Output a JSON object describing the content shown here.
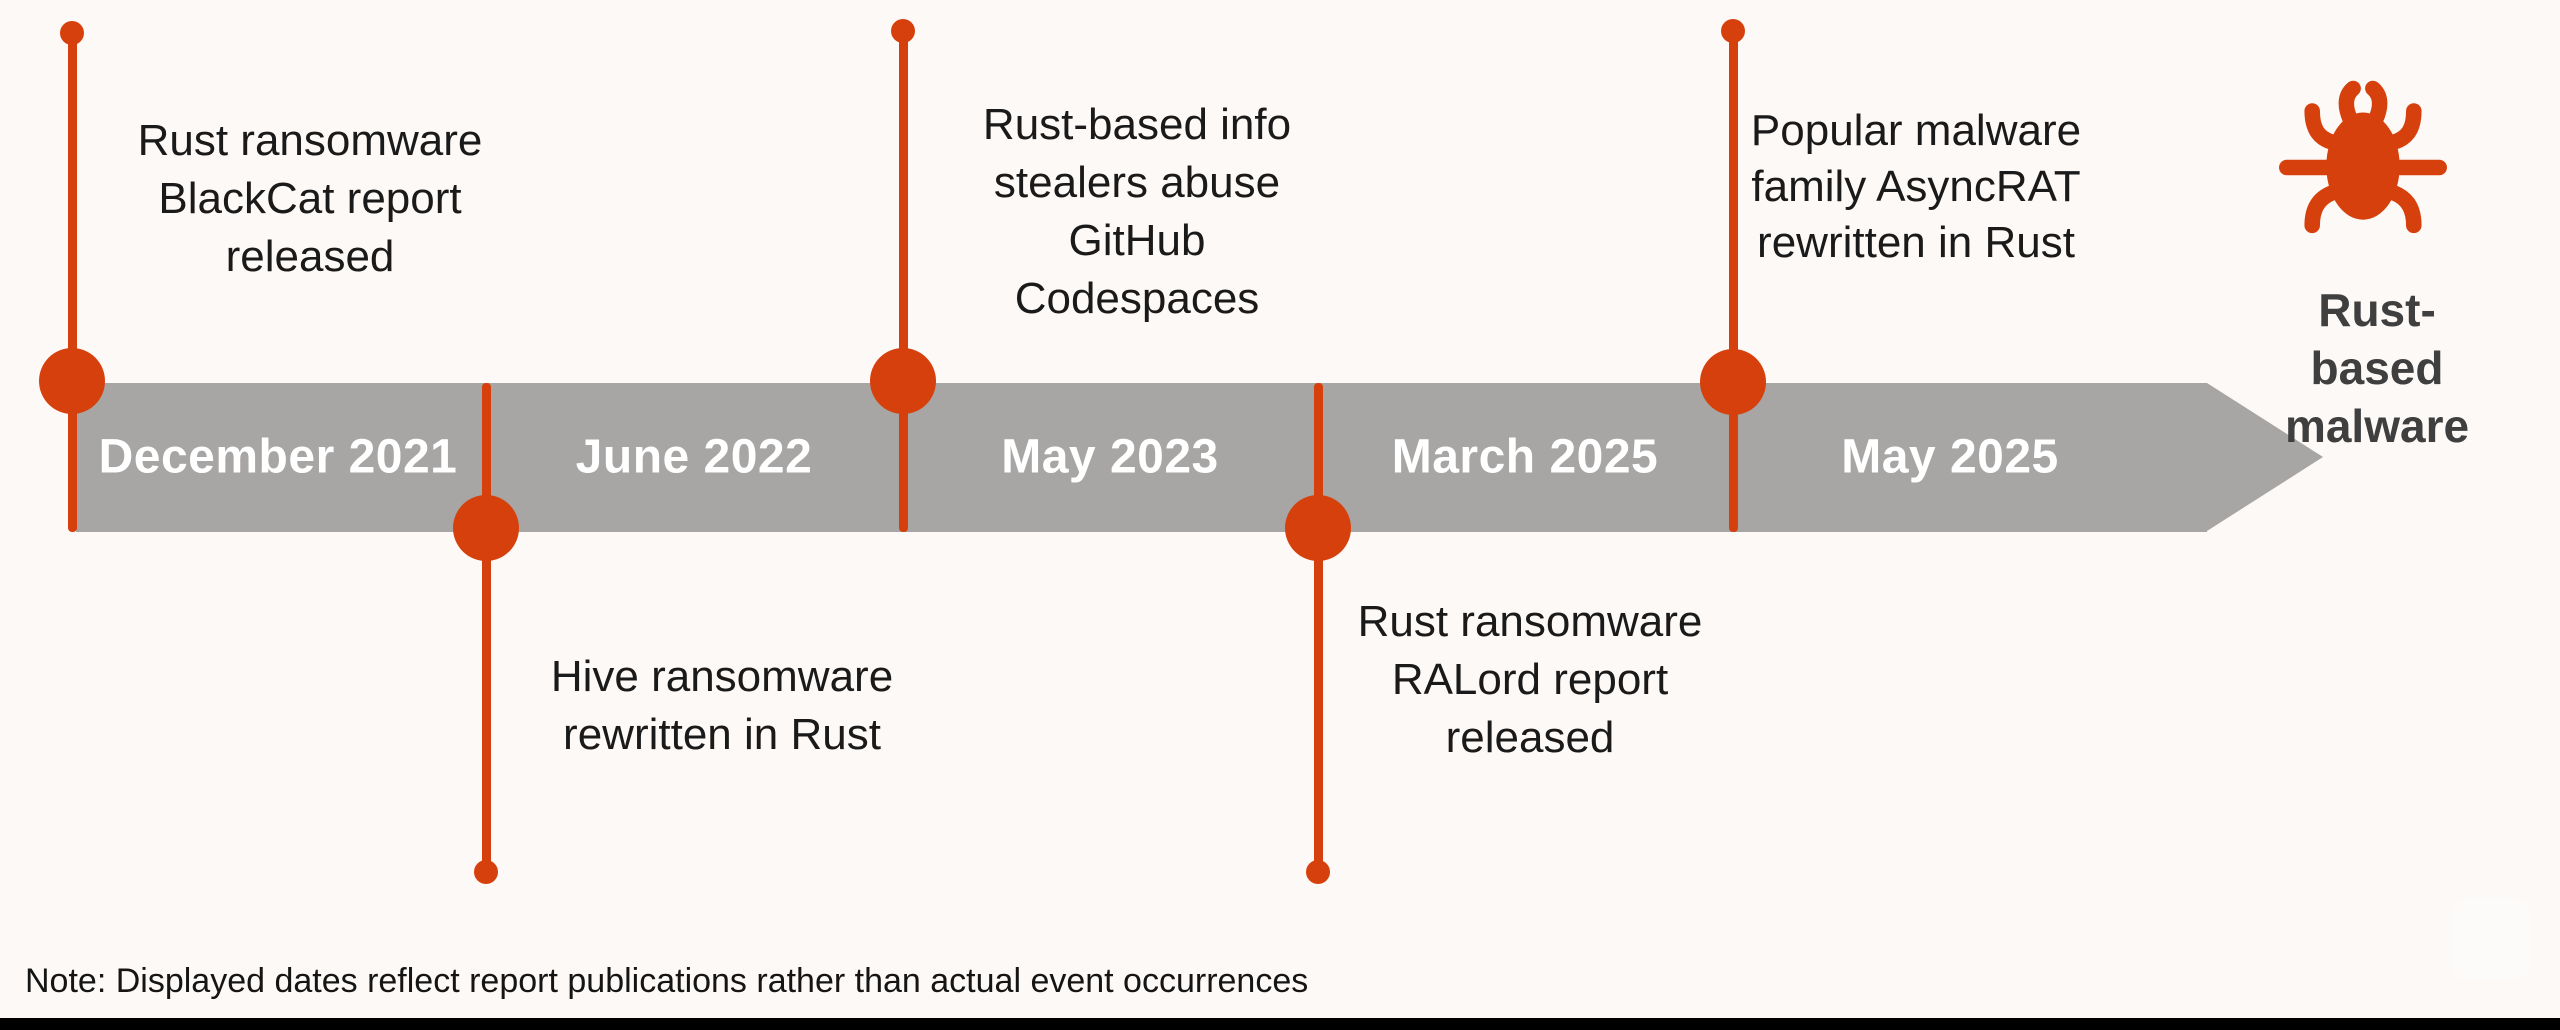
{
  "timeline": {
    "months": [
      {
        "label": "December 2021"
      },
      {
        "label": "June 2022"
      },
      {
        "label": "May 2023"
      },
      {
        "label": "March 2025"
      },
      {
        "label": "May 2025"
      }
    ],
    "events": [
      {
        "date": "December 2021",
        "position": "above",
        "text": "Rust ransomware\nBlackCat report\nreleased"
      },
      {
        "date": "June 2022",
        "position": "below",
        "text": "Hive ransomware\nrewritten in Rust"
      },
      {
        "date": "May 2023",
        "position": "above",
        "text": "Rust-based info\nstealers abuse\nGitHub\nCodespaces"
      },
      {
        "date": "March 2025",
        "position": "below",
        "text": "Rust ransomware\nRALord report\nreleased"
      },
      {
        "date": "May 2025",
        "position": "above",
        "text": "Popular malware\nfamily AsyncRAT\nrewritten in Rust"
      }
    ],
    "legend": {
      "icon": "bug-icon",
      "label": "Rust-based\nmalware"
    },
    "note": "Note: Displayed dates reflect report publications rather than actual event occurrences",
    "colors": {
      "accent": "#D6400C",
      "bar_gray": "#A7A6A4",
      "background": "#FDF9F6",
      "event_text": "#1A1A1A",
      "month_text": "#FFFFFF",
      "legend_text": "#3F3F3F",
      "bottom_bar": "#000000"
    }
  }
}
